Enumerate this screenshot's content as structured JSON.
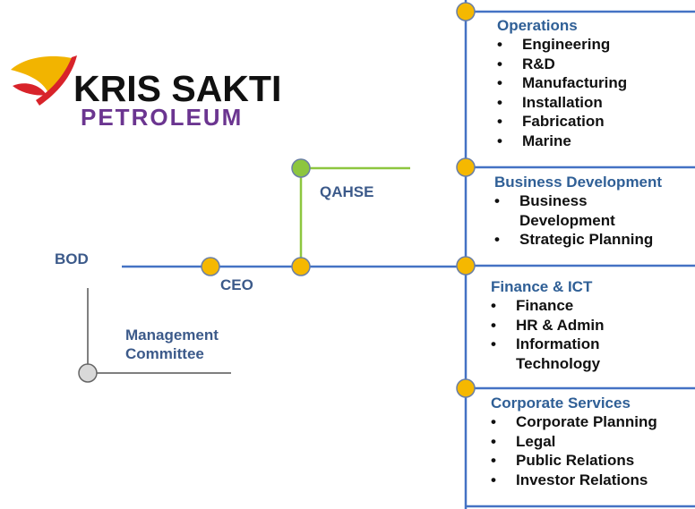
{
  "logo": {
    "line1": "KRIS SAKTI",
    "line2": "PETROLEUM",
    "colors": {
      "wing_gold": "#f2b400",
      "wing_red": "#d8232a",
      "purple": "#6b3590"
    }
  },
  "colors": {
    "main_line": "#4472c4",
    "qahse_line": "#8dc63f",
    "node_gold": "#f5b800",
    "node_green": "#8dc63f",
    "node_gray": "#d9d9d9",
    "label_blue": "#3c5a8a"
  },
  "labels": {
    "bod": "BOD",
    "ceo": "CEO",
    "qahse": "QAHSE",
    "management_committee_1": "Management",
    "management_committee_2": "Committee"
  },
  "bullet": "•",
  "divisions": [
    {
      "title": "Operations",
      "items": [
        "Engineering",
        "R&D",
        "Manufacturing",
        "Installation",
        "Fabrication",
        "Marine"
      ]
    },
    {
      "title": "Business Development",
      "items": [
        "Business",
        "Development",
        "Strategic Planning"
      ]
    },
    {
      "title": "Finance & ICT",
      "items": [
        "Finance",
        "HR & Admin",
        "Information",
        "Technology"
      ]
    },
    {
      "title": "Corporate Services",
      "items": [
        "Corporate Planning",
        "Legal",
        "Public Relations",
        "Investor Relations"
      ]
    }
  ]
}
